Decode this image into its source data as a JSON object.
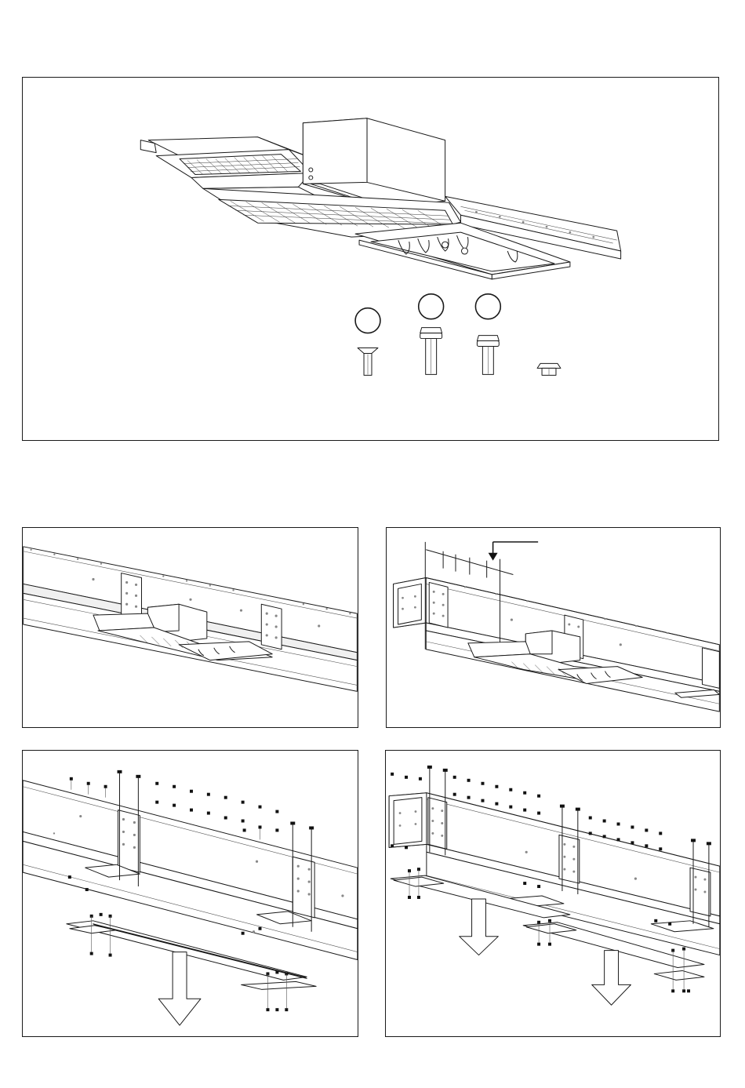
{
  "page": {
    "background": "#ffffff",
    "line_color": "#1a1a1a"
  },
  "overview": {
    "hardware_callouts": [
      {
        "name": "callout-circle-1",
        "label": ""
      },
      {
        "name": "callout-circle-2",
        "label": ""
      },
      {
        "name": "callout-circle-3",
        "label": ""
      }
    ],
    "hardware_items": [
      "countersunk-rivet",
      "flange-bolt-long",
      "flange-bolt-short",
      "flange-nut"
    ]
  },
  "steps": [
    {
      "id": "step-1",
      "description_icon": "module-under-duct-icon"
    },
    {
      "id": "step-2",
      "description_icon": "insert-module-arrow-icon"
    },
    {
      "id": "step-3",
      "description_icon": "remove-cover-plates-arrow-icon"
    },
    {
      "id": "step-4",
      "description_icon": "remove-cover-plates-double-arrow-icon"
    }
  ]
}
